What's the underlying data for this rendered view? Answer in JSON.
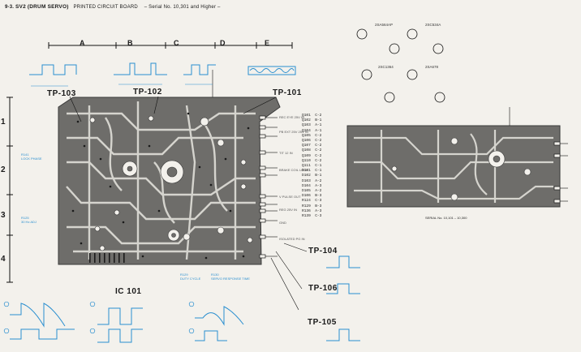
{
  "header": {
    "number": "9-3.",
    "title": "SV2 (DRUM SERVO)",
    "subtitle": "PRINTED CIRCUIT BOARD",
    "serial": "– Serial No. 10,301 and Higher –"
  },
  "columns": [
    "A",
    "B",
    "C",
    "D",
    "E"
  ],
  "rows": [
    "1",
    "2",
    "3",
    "4"
  ],
  "test_points": {
    "tp101": "TP-101",
    "tp102": "TP-102",
    "tp103": "TP-103",
    "tp104": "TP-104",
    "tp105": "TP-105",
    "tp106": "TP-106"
  },
  "ic": "IC 101",
  "notes": {
    "r141": "R141\nLOCK PHASE",
    "r125": "R125\n30 Hz ADJ",
    "r129": "R129\nDUTY CYCLE",
    "r130": "R130\nSERVO RESPONSE TIME"
  },
  "transistors": [
    "2SA564AP",
    "2SC534A",
    "2SC1364",
    "2SA678"
  ],
  "signal_labels": [
    "REC EYE 25V IN",
    "PB EXT 25V 25V IN",
    "TIT 12 IN",
    "BRAKE COIL LOCK",
    "V PULSE OUT",
    "REG 25V IN",
    "GND",
    "ISOLATED PG IN"
  ],
  "table": [
    "Q101  C-2",
    "Q102  B-1",
    "Q103  A-1",
    "Q104  A-1",
    "Q105  C-2",
    "Q106  C-2",
    "Q107  C-2",
    "Q108  C-2",
    "Q109  C-2",
    "Q110  C-2",
    "Q111  C-1",
    "D101  C-1",
    "D102  B-1",
    "D103  A-2",
    "D104  A-3",
    "D105  A-2",
    "D106  B-3",
    "R124  C-3",
    "R129  B-3",
    "R136  A-3",
    "R139  C-3"
  ],
  "second_board": {
    "serial": "SERIAL No. 10,101 – 10,300"
  }
}
